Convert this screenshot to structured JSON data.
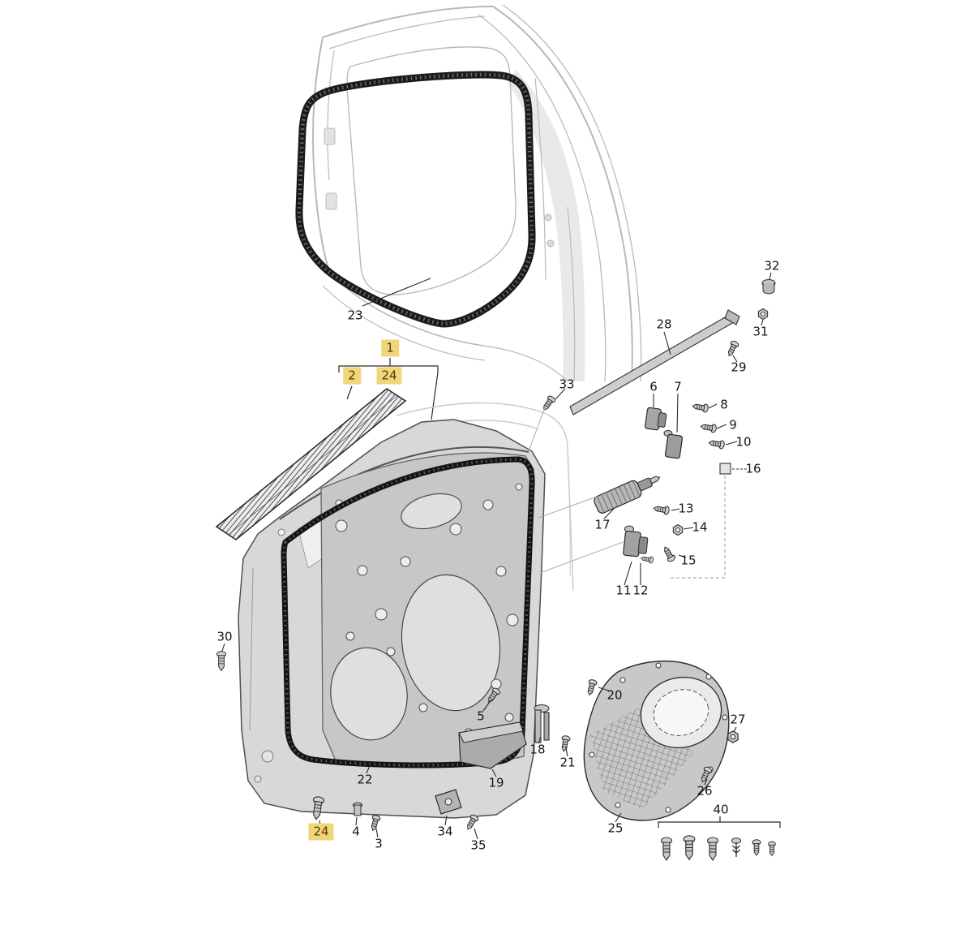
{
  "diagram": {
    "highlight_color": "#f1d579",
    "highlighted_labels": [
      "1",
      "2",
      "24"
    ],
    "labels": {
      "n23": "23",
      "n1": "1",
      "n2": "2",
      "n24_top": "24",
      "n32": "32",
      "n31": "31",
      "n29": "29",
      "n28": "28",
      "n33": "33",
      "n6": "6",
      "n7": "7",
      "n8": "8",
      "n9": "9",
      "n10": "10",
      "n16": "16",
      "n17": "17",
      "n13": "13",
      "n14": "14",
      "n15": "15",
      "n11": "11",
      "n12": "12",
      "n30": "30",
      "n5": "5",
      "n20": "20",
      "n18": "18",
      "n21": "21",
      "n19": "19",
      "n22": "22",
      "n24_bottom": "24",
      "n4": "4",
      "n3": "3",
      "n34": "34",
      "n35": "35",
      "n27": "27",
      "n26": "26",
      "n25": "25",
      "n40": "40"
    }
  }
}
